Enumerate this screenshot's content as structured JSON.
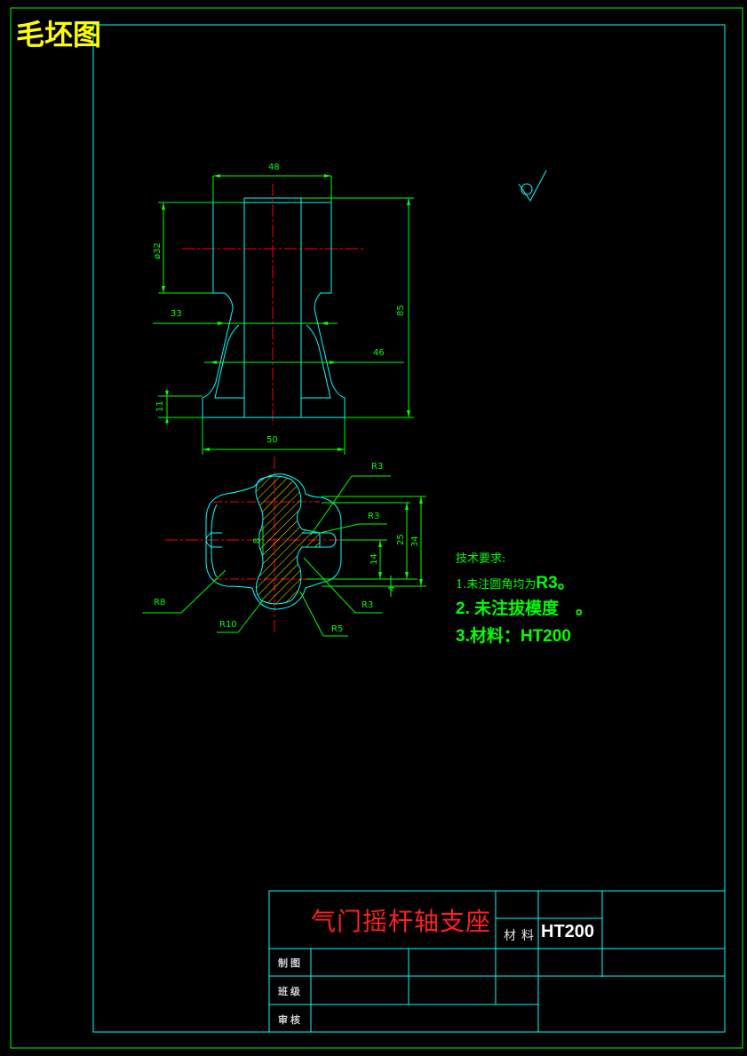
{
  "title": "毛坯图",
  "notes": {
    "heading": "技术要求:",
    "line1_prefix": "1.未注圆角均为",
    "line1_value": "R3。",
    "line2": "2. 未注拔模度　。",
    "line3": "3.材料：HT200"
  },
  "front_view_dims": {
    "top_width": "48",
    "bore_dia": "ø32",
    "neck": "33",
    "height": "85",
    "mid": "46",
    "base_height": "11",
    "base_width": "50"
  },
  "section_view_dims": {
    "r3_top": "R3",
    "r3_mid": "R3",
    "r3_bottom": "R3",
    "r8": "R8",
    "r10": "R10",
    "r5": "R5",
    "slot": "8",
    "d25": "25",
    "d34": "34",
    "d14": "14",
    "d4": "4"
  },
  "title_block": {
    "part_name": "气门摇杆轴支座",
    "material_label": "材料",
    "material": "HT200",
    "row1": "制图",
    "row2": "班级",
    "row3": "审核"
  },
  "colors": {
    "frame": "#00ff00",
    "border": "#00ffff",
    "outline": "#00ffff",
    "dimension": "#00ff00",
    "centerline": "#ff0000",
    "title": "#ffff00"
  }
}
